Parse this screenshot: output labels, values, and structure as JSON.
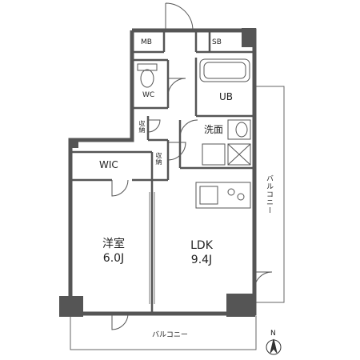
{
  "rooms": {
    "western_room": {
      "name": "洋室",
      "size": "6.0J"
    },
    "ldk": {
      "name": "LDK",
      "size": "9.4J"
    },
    "wic": "WIC",
    "mb": "MB",
    "sb": "SB",
    "wc": "WC",
    "ub": "UB",
    "washroom": "洗面",
    "storage_1": "収納",
    "storage_2": "収納"
  },
  "balcony_east": "バルコニー",
  "balcony_south": "バルコニー",
  "north_label": "N",
  "colors": {
    "wall": "#555555",
    "line": "#333333",
    "fill": "#ffffff"
  }
}
